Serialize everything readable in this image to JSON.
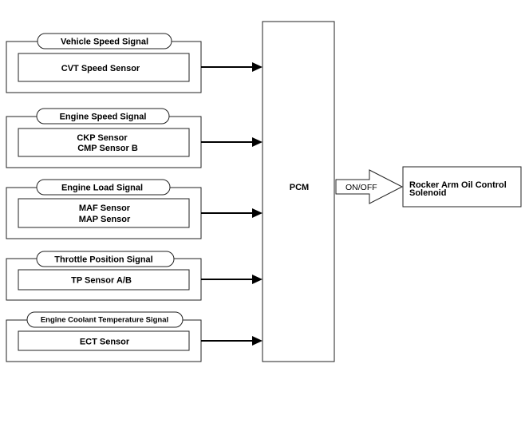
{
  "signals": [
    {
      "label": "Vehicle Speed Signal",
      "sensors": [
        "CVT Speed Sensor"
      ]
    },
    {
      "label": "Engine Speed Signal",
      "sensors": [
        "CKP Sensor",
        "CMP Sensor B"
      ]
    },
    {
      "label": "Engine Load Signal",
      "sensors": [
        "MAF Sensor",
        "MAP Sensor"
      ]
    },
    {
      "label": "Throttle Position Signal",
      "sensors": [
        "TP Sensor A/B"
      ]
    },
    {
      "label": "Engine Coolant Temperature Signal",
      "sensors": [
        "ECT Sensor"
      ]
    }
  ],
  "controller": {
    "label": "PCM"
  },
  "output": {
    "signal_label": "ON/OFF",
    "lines": [
      "Rocker Arm Oil Control",
      "Solenoid"
    ]
  }
}
